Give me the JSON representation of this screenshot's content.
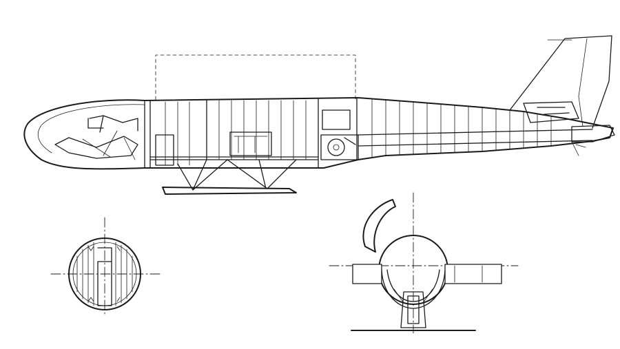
{
  "drawing": {
    "views": [
      {
        "id": "side-view",
        "kind": "side-elevation"
      },
      {
        "id": "front-view",
        "kind": "front-elevation"
      },
      {
        "id": "cross-section",
        "kind": "fuselage-cross-section"
      }
    ],
    "ink_color": "#1a1a1a",
    "paper_color": "#ffffff"
  }
}
